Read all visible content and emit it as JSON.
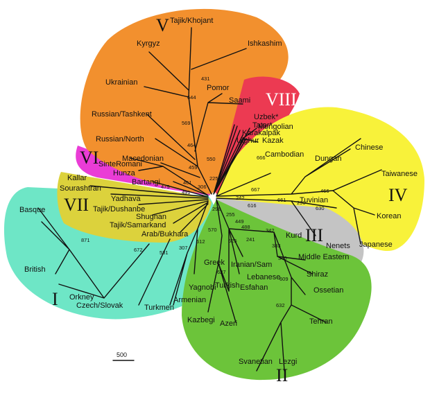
{
  "colors": {
    "I": "#6ee6c6",
    "II": "#6cc43a",
    "III": "#c4c4c4",
    "IV": "#f8f23a",
    "V": "#f2902e",
    "VI": "#ea3cd6",
    "VII": "#dcd23c",
    "VIII": "#ec3a52"
  },
  "clusters": {
    "I": "I",
    "II": "II",
    "III": "III",
    "IV": "IV",
    "V": "V",
    "VI": "VI",
    "VII": "VII",
    "VIII": "VIII"
  },
  "taxa": {
    "tajik_khojant": "Tajik/Khojant",
    "ishkashim": "Ishkashim",
    "kyrgyz": "Kyrgyz",
    "ukrainian": "Ukrainian",
    "pomor": "Pomor",
    "saami": "Saami",
    "russian_tashkent": "Russian/Tashkent",
    "russian_north": "Russian/North",
    "macedonian": "Macedonian",
    "uzbek": "Uzbek*",
    "tatar": "Tatar*",
    "karakalpak": "Karakalpak",
    "uighur": "Uighur",
    "mongolian": "Mongolian",
    "kazak": "Kazak",
    "cambodian": "Cambodian",
    "dungan": "Dungan",
    "chinese": "Chinese",
    "taiwanese": "Taiwanese",
    "korean": "Korean",
    "japanese": "Japanese",
    "tuvinian": "Tuvinian",
    "nenets": "Nenets",
    "kurd": "Kurd",
    "middle_eastern": "Middle Eastern",
    "shiraz": "Shiraz",
    "ossetian": "Ossetian",
    "tehran": "Tehran",
    "lezgi": "Lezgi",
    "svanetian": "Svanetian",
    "iranian_sam": "Iranian/Sam",
    "lebanese": "Lebanese",
    "esfahan": "Esfahan",
    "greek": "Greek",
    "turkish": "Turkish",
    "kazbegi": "Kazbegi",
    "azeri": "Azeri",
    "yagnobi": "Yagnobi",
    "armenian": "Armenian",
    "turkmen": "Turkmen",
    "czech_slovak": "Czech/Slovak",
    "orkney": "Orkney",
    "british": "British",
    "basque": "Basque",
    "sinte_romani": "SinteRomani",
    "hunza": "Hunza",
    "bartangi": "Bartangi",
    "kallar": "Kallar",
    "sourashtran": "Sourashtran",
    "yadhava": "Yadhava",
    "tajik_dushanbe": "Tajik/Dushanbe",
    "shugnan": "Shugnan",
    "tajik_samarkand": "Tajik/Samarkand",
    "arab_bukhara": "Arab/Bukhara"
  },
  "bootstrap": {
    "b431": "431",
    "b644": "644",
    "b569": "569",
    "b464": "464",
    "b459": "459",
    "b550": "550",
    "b225": "225",
    "b306": "306",
    "b461": "461",
    "b475": "475",
    "b491": "491",
    "b666": "666",
    "b667": "667",
    "b242": "242",
    "b661": "661",
    "b290": "290",
    "b466": "466",
    "b630": "630",
    "b616": "616",
    "b298": "298",
    "b255": "255",
    "b449": "449",
    "b488": "488",
    "b342": "342",
    "b241": "241",
    "b383": "383",
    "b340": "340",
    "b609": "609",
    "b632": "632",
    "b625": "625",
    "b570": "570",
    "b612": "612",
    "b627": "627",
    "b307": "307",
    "b531": "531",
    "b672": "672",
    "b871": "871"
  },
  "scale_label": "500"
}
